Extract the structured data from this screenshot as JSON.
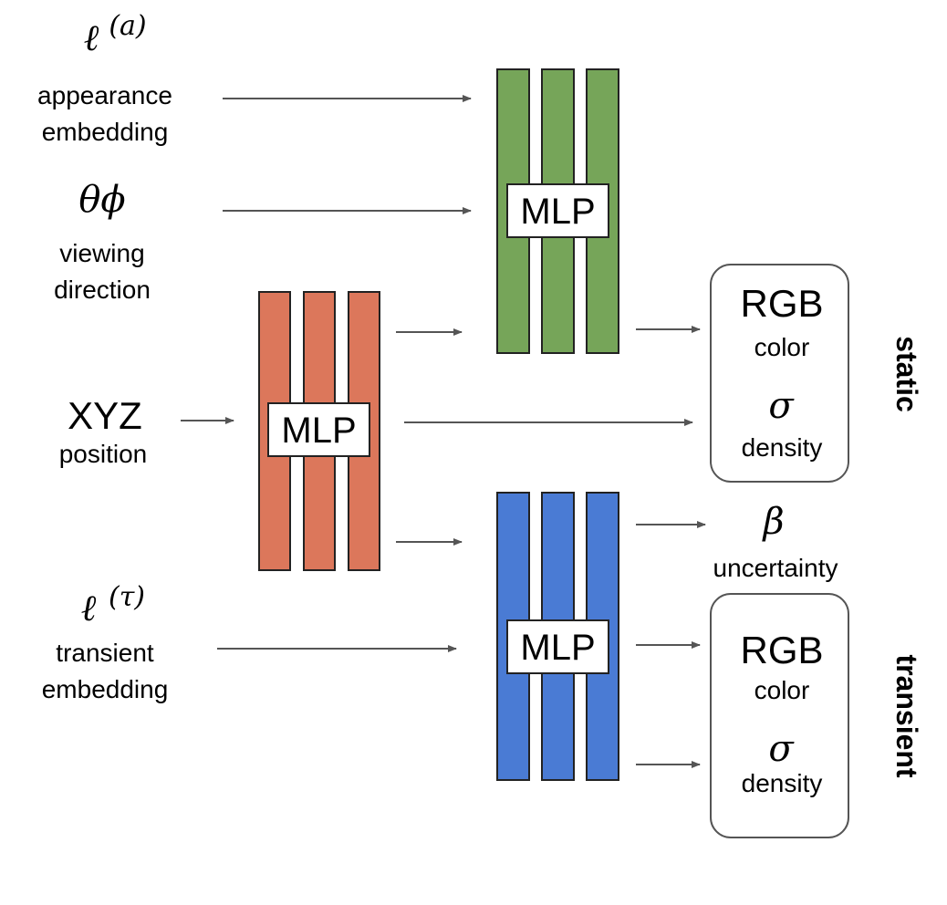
{
  "inputs": {
    "appearance": {
      "symbol": "ℓ",
      "superscript": "(a)",
      "label_line1": "appearance",
      "label_line2": "embedding"
    },
    "viewing": {
      "symbol": "θϕ",
      "label_line1": "viewing",
      "label_line2": "direction"
    },
    "position": {
      "symbol": "XYZ",
      "label": "position"
    },
    "transient": {
      "symbol": "ℓ",
      "superscript": "(τ)",
      "label_line1": "transient",
      "label_line2": "embedding"
    }
  },
  "mlps": {
    "base": {
      "label": "MLP",
      "color": "#dc775b"
    },
    "static": {
      "label": "MLP",
      "color": "#76a559"
    },
    "transient": {
      "label": "MLP",
      "color": "#4a7bd4"
    }
  },
  "outputs": {
    "static": {
      "group_label": "static",
      "rgb": "RGB",
      "rgb_label": "color",
      "sigma": "σ",
      "sigma_label": "density"
    },
    "uncertainty": {
      "symbol": "β",
      "label": "uncertainty"
    },
    "transient": {
      "group_label": "transient",
      "rgb": "RGB",
      "rgb_label": "color",
      "sigma": "σ",
      "sigma_label": "density"
    }
  },
  "colors": {
    "arrow": "#555555",
    "box_border": "#555555"
  }
}
